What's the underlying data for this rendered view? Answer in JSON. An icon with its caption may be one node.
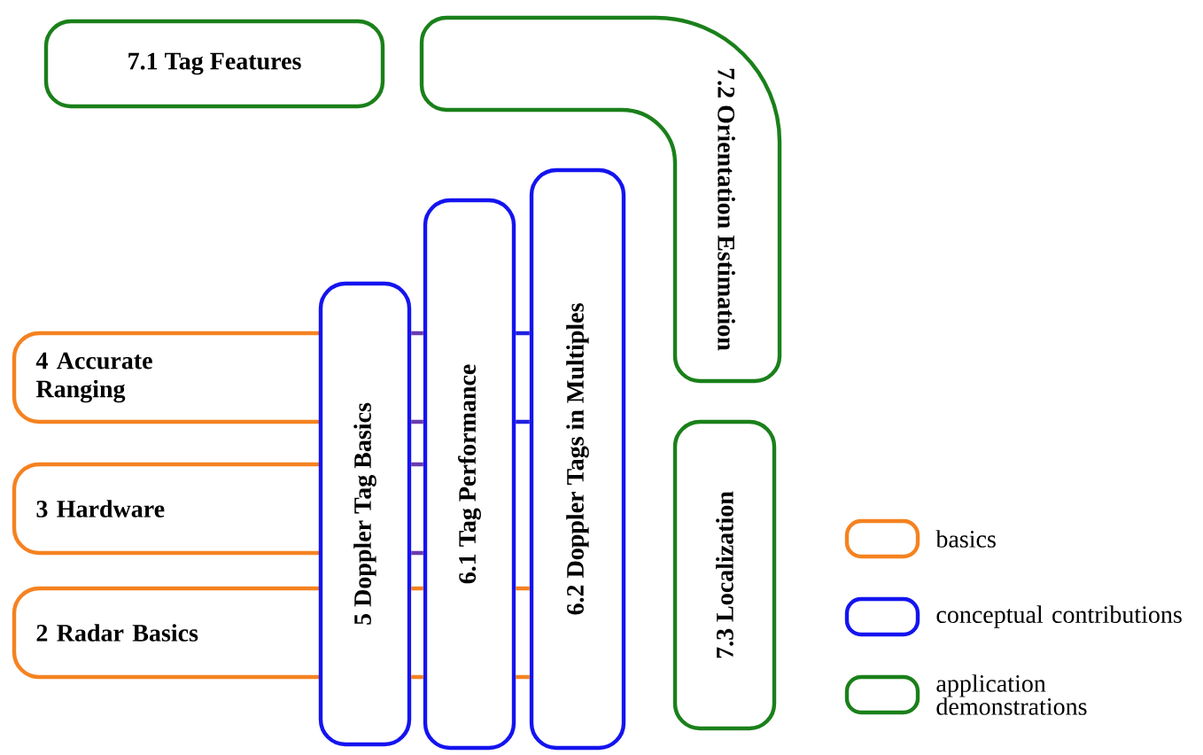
{
  "diagram": {
    "nodes": [
      {
        "text": [
          "7.1 Tag Features"
        ]
      },
      {
        "text": [
          "7.2 Orientation Estimation"
        ]
      },
      {
        "text": [
          "4 Accurate Ranging"
        ]
      },
      {
        "text": [
          "3 Hardware"
        ]
      },
      {
        "text": [
          "2 Radar Basics"
        ]
      },
      {
        "text": [
          "5 Doppler Tag Basics"
        ]
      },
      {
        "text": [
          "6.1 Tag Performance"
        ]
      },
      {
        "text": [
          "6.2 Doppler Tags in Multiples"
        ]
      },
      {
        "text": [
          "7.3 Localization"
        ]
      }
    ],
    "edges": [
      {
        "from": 5,
        "to": 6,
        "arrow": "none",
        "color": "#6a3ab0"
      },
      {
        "from": 5,
        "to": 6,
        "arrow": "none",
        "color": "#6a3ab0"
      },
      {
        "from": 5,
        "to": 6,
        "arrow": "none",
        "color": "#f58220"
      },
      {
        "from": 6,
        "to": 7,
        "arrow": "none",
        "color": "#2020e0"
      },
      {
        "from": 6,
        "to": 7,
        "arrow": "none",
        "color": "#f58220"
      }
    ],
    "legend": [
      {
        "text": "basics",
        "color": "#f58220"
      },
      {
        "text": "conceptual contributions",
        "color": "#1414f0"
      },
      {
        "text": "application demonstrations",
        "color": "#1a801a"
      }
    ]
  }
}
